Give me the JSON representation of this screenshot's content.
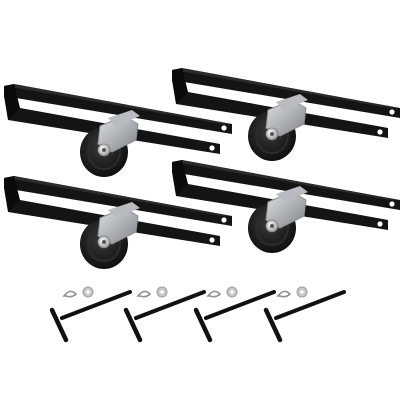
{
  "product_photo": {
    "background": "#ffffff",
    "caster_assemblies": [
      {
        "name": "caster-assembly-1"
      },
      {
        "name": "caster-assembly-2"
      },
      {
        "name": "caster-assembly-3"
      },
      {
        "name": "caster-assembly-4"
      }
    ],
    "hardware_sets": [
      {
        "name": "hardware-set-1"
      },
      {
        "name": "hardware-set-2"
      },
      {
        "name": "hardware-set-3"
      },
      {
        "name": "hardware-set-4"
      }
    ],
    "colors": {
      "frame": "#141414",
      "frame_highlight": "#3a3a3a",
      "bracket": "#b8bcc0",
      "bracket_shade": "#8a8e93",
      "wheel": "#1b1b1b",
      "hub": "#d9dadc",
      "washer": "#c9c9c9",
      "pin": "#111111"
    }
  }
}
